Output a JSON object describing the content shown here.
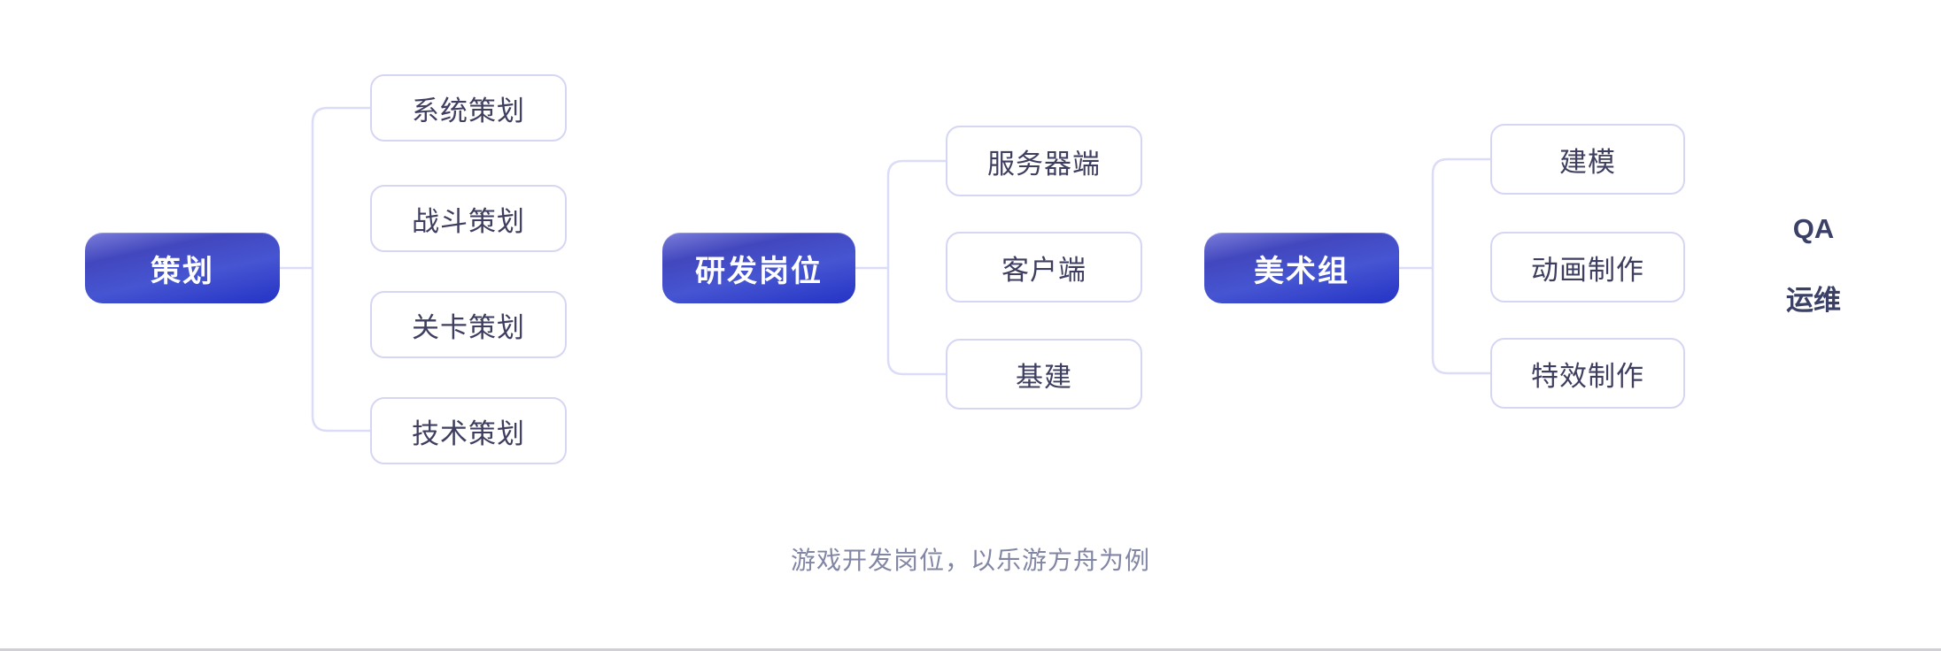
{
  "caption": "游戏开发岗位，以乐游方舟为例",
  "groups": [
    {
      "root": {
        "label": "策划"
      },
      "children": [
        {
          "label": "系统策划"
        },
        {
          "label": "战斗策划"
        },
        {
          "label": "关卡策划"
        },
        {
          "label": "技术策划"
        }
      ]
    },
    {
      "root": {
        "label": "研发岗位"
      },
      "children": [
        {
          "label": "服务器端"
        },
        {
          "label": "客户端"
        },
        {
          "label": "基建"
        }
      ]
    },
    {
      "root": {
        "label": "美术组"
      },
      "children": [
        {
          "label": "建模"
        },
        {
          "label": "动画制作"
        },
        {
          "label": "特效制作"
        }
      ]
    }
  ],
  "floating": [
    {
      "label": "QA"
    },
    {
      "label": "运维"
    }
  ],
  "colors": {
    "background": "#ffffff",
    "root_gradient_top": "#7b7eda",
    "root_gradient_mid": "#4655d2",
    "root_gradient_bottom": "#2433c5",
    "root_text": "#ffffff",
    "child_border": "#d5d6f4",
    "child_text": "#3e3e60",
    "connector": "#dbdcf7",
    "floating_text": "#3b4066",
    "caption_text": "#8286a5"
  }
}
